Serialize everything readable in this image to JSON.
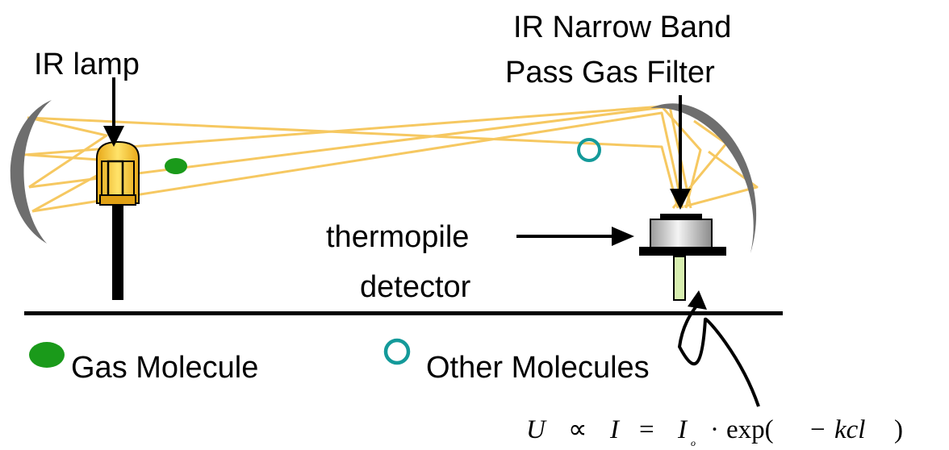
{
  "labels": {
    "ir_lamp": "IR lamp",
    "filter_line1": "IR Narrow Band",
    "filter_line2": "Pass Gas Filter",
    "detector_line1": "thermopile",
    "detector_line2": "detector"
  },
  "legend": {
    "gas_molecule": "Gas Molecule",
    "other_molecules": "Other Molecules"
  },
  "equation": {
    "U": "U",
    "proportional": "∝",
    "I": "I",
    "equals": "=",
    "I0": "I",
    "I0_sub": "o",
    "dot": "·",
    "exp_open": "exp(",
    "minus": "−",
    "kcl": "kcl",
    "close": ")"
  },
  "colors": {
    "beam": "#f6c861",
    "gas_molecule": "#1a9a1a",
    "other_molecules": "#149a9a",
    "mirror": "#6e6e6e",
    "lamp_glass": "#ffd84a",
    "detector_body": "#d7d7d7",
    "detector_pin": "#d8efb0"
  }
}
